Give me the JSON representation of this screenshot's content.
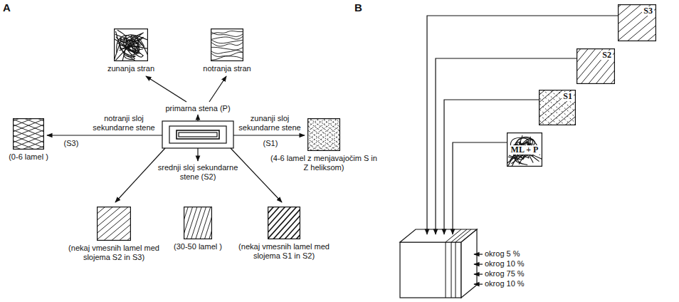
{
  "diagram": {
    "nodes": [
      {
        "text": [
          "zunanja stran"
        ]
      },
      {
        "text": [
          "notranja stran"
        ]
      },
      {
        "text": [
          "(0-6  lamel )"
        ]
      },
      {
        "text": [
          "(4-6 lamel z menjavajočim S in Z heliksom)"
        ]
      },
      {
        "text": [
          "(nekaj vmesnih lamel med slojema S2 in S3)"
        ]
      },
      {
        "text": [
          "(30-50  lamel )"
        ]
      },
      {
        "text": [
          "(nekaj vmesnih lamel med slojema S1 in S2)"
        ]
      },
      {
        "text": [
          "S3"
        ]
      },
      {
        "text": [
          "S2"
        ]
      },
      {
        "text": [
          "S1"
        ]
      },
      {
        "text": [
          "ML + P"
        ]
      }
    ],
    "labels": [
      "A",
      "B",
      "primarna stena (P)",
      "notranji sloj sekundarne stene",
      "(S3)",
      "zunanji sloj sekundarne stene",
      "(S1)",
      "srednji sloj sekundarne stene (S2)",
      "okrog 5 %",
      "okrog 10 %",
      "okrog 75 %",
      "okrog 10 %"
    ]
  }
}
